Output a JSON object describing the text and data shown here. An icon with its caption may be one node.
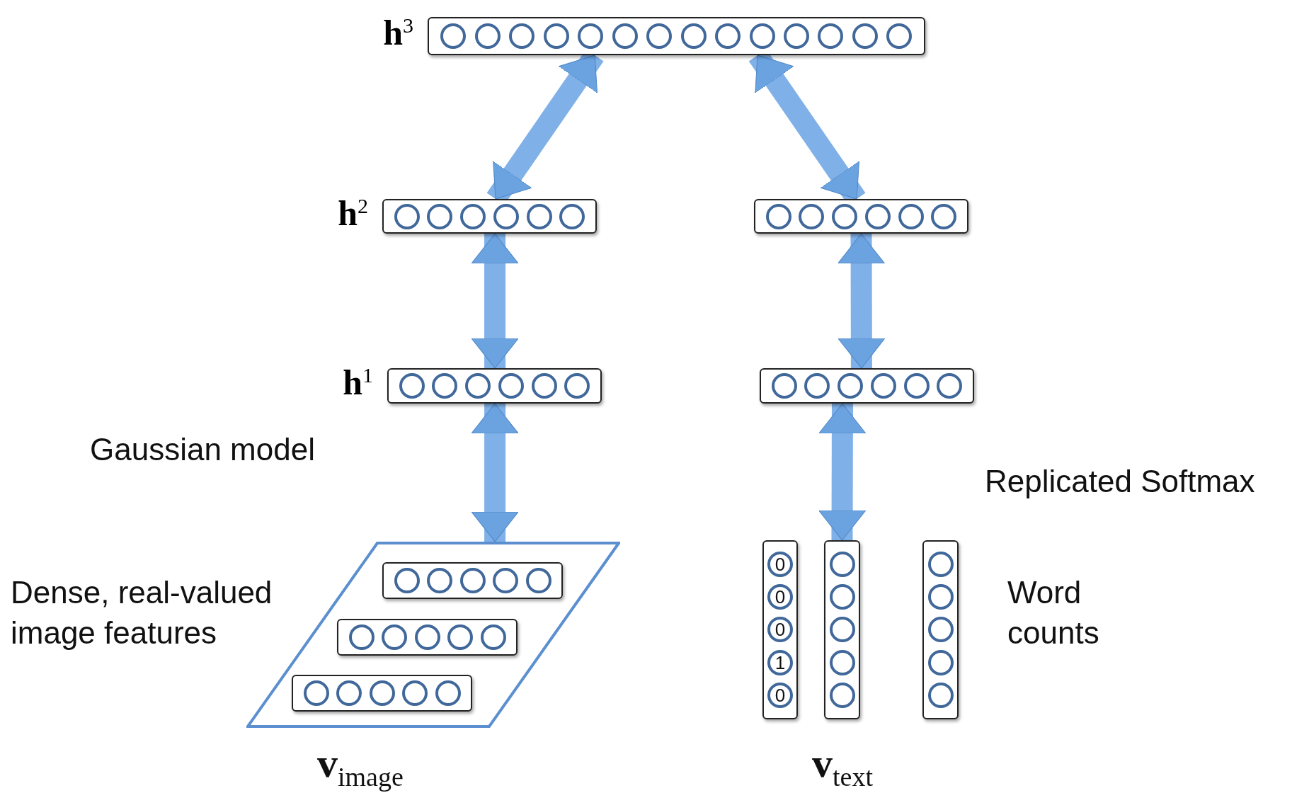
{
  "diagram": {
    "nodes": [
      {
        "text": [],
        "shape": "bar",
        "beside": [
          "**h**$^{3}$"
        ]
      },
      {
        "text": [],
        "shape": "bar",
        "beside": [
          "**h**$^{2}$"
        ]
      },
      {
        "text": [],
        "shape": "bar"
      },
      {
        "text": [],
        "shape": "bar",
        "beside": [
          "**h**$^{1}$"
        ]
      },
      {
        "text": [],
        "shape": "bar"
      },
      {
        "text": [],
        "shape": "parallelogram"
      },
      {
        "text": [],
        "shape": "bar",
        "in": 5
      },
      {
        "text": [],
        "shape": "bar",
        "in": 5
      },
      {
        "text": [],
        "shape": "bar",
        "in": 5
      },
      {
        "text": [
          "0",
          "0",
          "0",
          "1",
          "0"
        ]
      },
      {
        "text": [],
        "shape": "bar"
      },
      {
        "text": [],
        "shape": "bar"
      }
    ],
    "edges": [
      {
        "from": 0,
        "to": 1,
        "arrow": "both"
      },
      {
        "from": 0,
        "to": 2,
        "arrow": "both"
      },
      {
        "from": 1,
        "to": 3,
        "arrow": "both"
      },
      {
        "from": 2,
        "to": 4,
        "arrow": "both"
      },
      {
        "from": 3,
        "to": 5,
        "arrow": "both"
      },
      {
        "from": 4,
        "to": 10,
        "arrow": "both"
      }
    ],
    "labels": [
      "Gaussian model",
      "Replicated Softmax",
      "Dense, real-valued image features",
      "Word counts",
      "**v**$_{image}$",
      "**v**$_{text}$"
    ]
  }
}
